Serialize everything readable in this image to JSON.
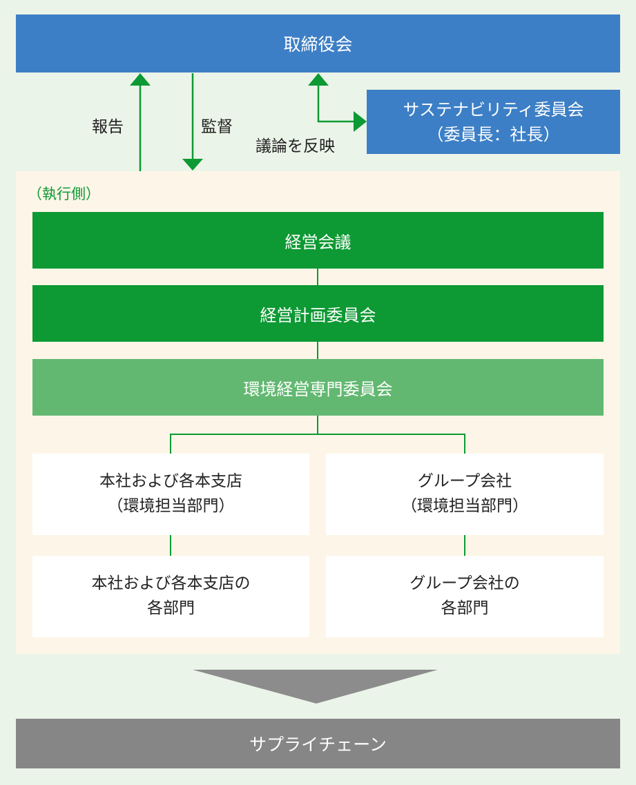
{
  "board": {
    "label": "取締役会"
  },
  "arrows": {
    "report": "報告",
    "supervise": "監督",
    "reflect": "議論を反映"
  },
  "sustainability_committee": {
    "line1": "サステナビリティ委員会",
    "line2": "（委員長：社長）"
  },
  "executive_label": "（執行側）",
  "management_meeting": "経営会議",
  "management_planning_committee": "経営計画委員会",
  "environmental_committee": "環境経営専門委員会",
  "head_office_env": {
    "line1": "本社および各本支店",
    "line2": "（環境担当部門）"
  },
  "group_env": {
    "line1": "グループ会社",
    "line2": "（環境担当部門）"
  },
  "head_office_depts": {
    "line1": "本社および各本支店の",
    "line2": "各部門"
  },
  "group_depts": {
    "line1": "グループ会社の",
    "line2": "各部門"
  },
  "supply_chain": "サプライチェーン",
  "colors": {
    "board_blue": "#3c7fc6",
    "dark_green": "#0d9933",
    "light_green": "#62b871",
    "panel_cream": "#fdf6e8",
    "background": "#ebf4e8",
    "supply_grey": "#868686",
    "chevron_grey": "#8c8c8c"
  }
}
